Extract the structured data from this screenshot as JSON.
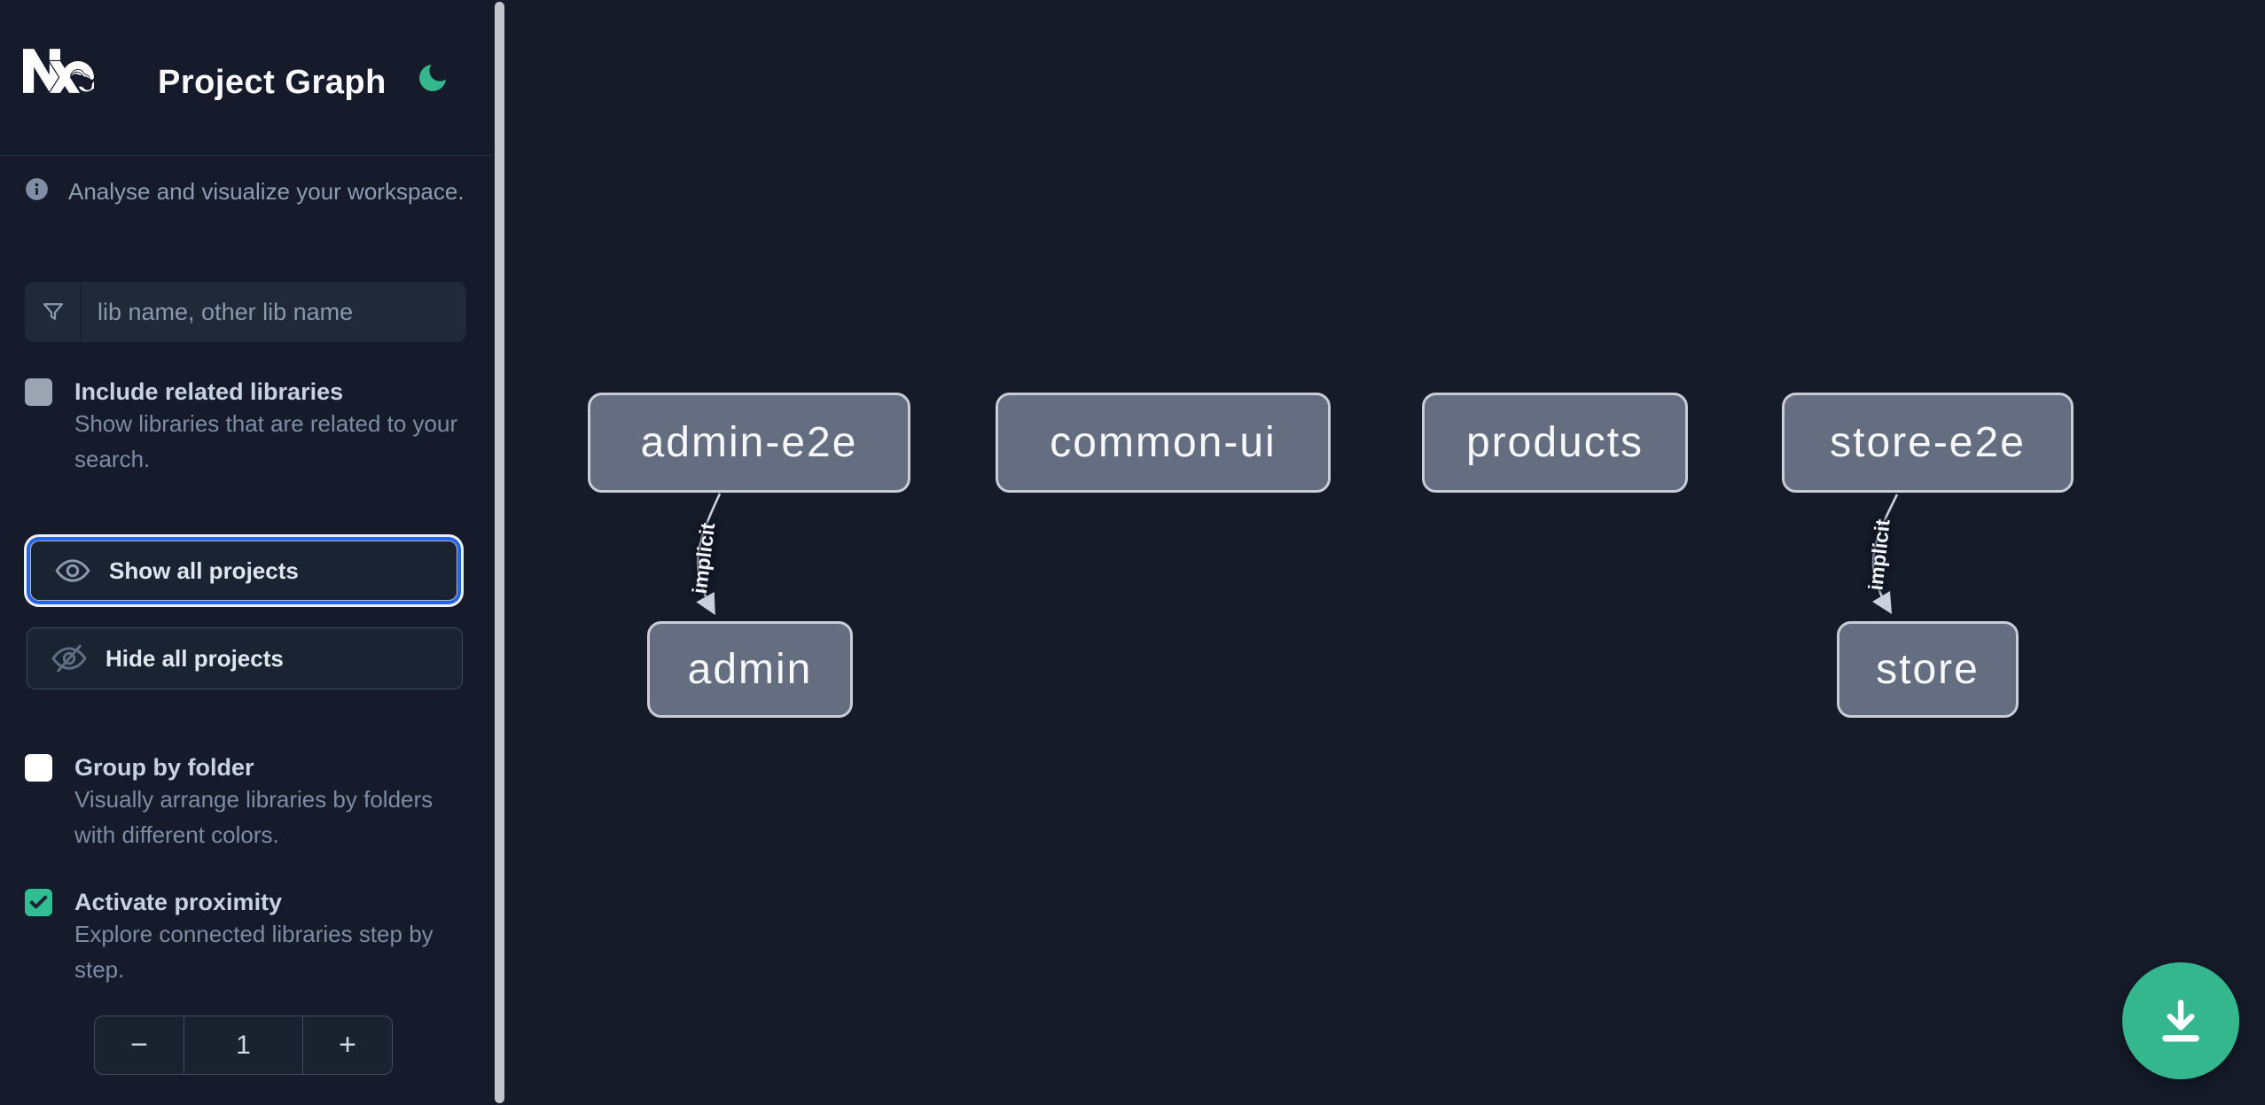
{
  "header": {
    "title": "Project Graph"
  },
  "sidebar": {
    "tagline": "Analyse and visualize your workspace.",
    "search": {
      "placeholder": "lib name, other lib name",
      "value": ""
    },
    "options": [
      {
        "label": "Include related libraries",
        "description": "Show libraries that are related to your search.",
        "checked": false,
        "disabled": true
      },
      {
        "label": "Group by folder",
        "description": "Visually arrange libraries by folders with different colors.",
        "checked": false,
        "disabled": false
      },
      {
        "label": "Activate proximity",
        "description": "Explore connected libraries step by step.",
        "checked": true,
        "disabled": false
      }
    ],
    "buttons": {
      "show_all": "Show all projects",
      "hide_all": "Hide all projects"
    },
    "proximity_stepper": {
      "decrement": "−",
      "value": "1",
      "increment": "+"
    }
  },
  "graph": {
    "nodes": [
      {
        "label": "admin-e2e"
      },
      {
        "label": "common-ui"
      },
      {
        "label": "products"
      },
      {
        "label": "store-e2e"
      },
      {
        "label": "admin"
      },
      {
        "label": "store"
      }
    ],
    "edges": [
      {
        "source": "admin-e2e",
        "target": "admin",
        "label": "implicit"
      },
      {
        "source": "store-e2e",
        "target": "store",
        "label": "implicit"
      }
    ]
  },
  "colors": {
    "accent_green": "#34b78c",
    "focus_blue": "#2563eb",
    "node_fill": "#646e80",
    "node_border": "#c8cdd6",
    "sidebar_bg": "#151b2a",
    "canvas_bg": "#151b29"
  }
}
